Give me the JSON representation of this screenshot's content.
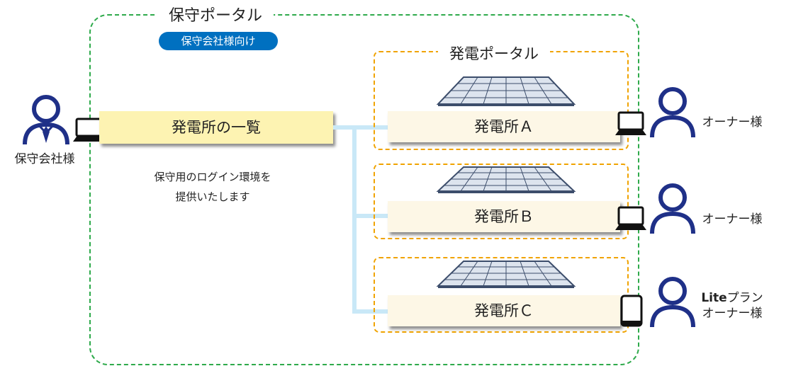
{
  "maintenance_portal": {
    "title": "保守ポータル",
    "audience_badge": "保守会社様向け",
    "plant_list": "発電所の一覧",
    "description_line1": "保守用のログイン環境を",
    "description_line2": "提供いたします"
  },
  "maintenance_company": {
    "label": "保守会社様"
  },
  "power_portal": {
    "title": "発電ポータル",
    "plants": [
      {
        "name": "発電所Ａ"
      },
      {
        "name": "発電所Ｂ"
      },
      {
        "name": "発電所Ｃ"
      }
    ]
  },
  "owners": [
    {
      "label": "オーナー様"
    },
    {
      "label": "オーナー様"
    },
    {
      "label_prefix": "Lite",
      "label_suffix": "プラン",
      "label_line2": "オーナー様"
    }
  ],
  "colors": {
    "portal_border": "#2eaa4b",
    "sub_border": "#f0a300",
    "badge": "#0070c0",
    "person": "#1f3088",
    "connector": "#c9e8f7"
  }
}
